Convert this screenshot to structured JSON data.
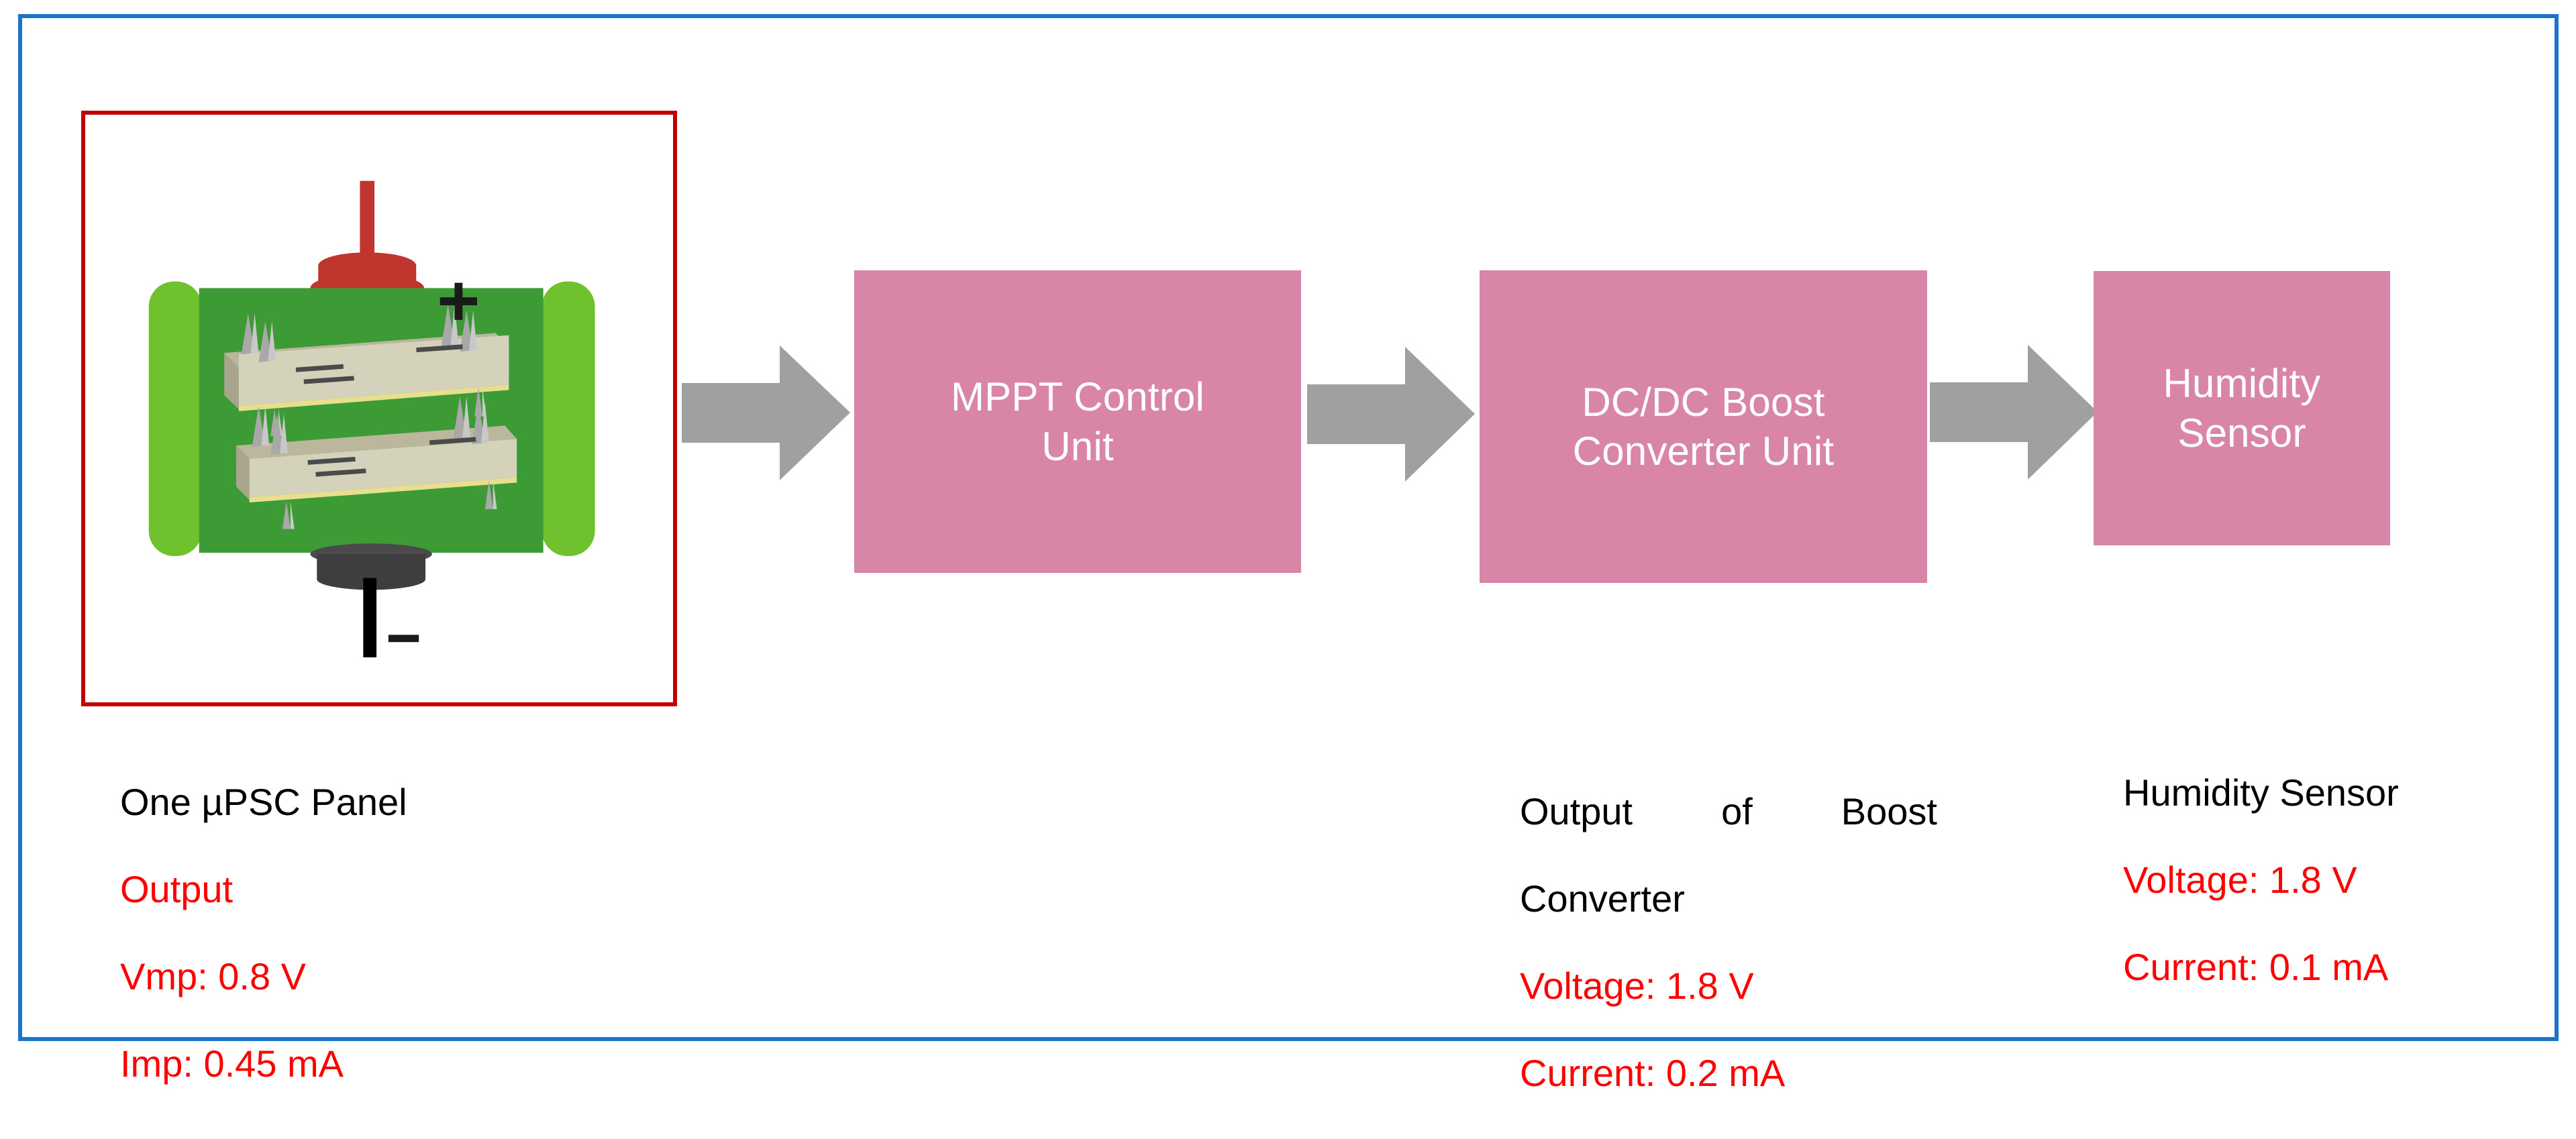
{
  "frame": {
    "border_color": "#1B74CC",
    "background": "#FFFFFF"
  },
  "panel_photo": {
    "border_color": "#C00000",
    "positive_terminal_label": "+",
    "negative_terminal_label": "-",
    "colors": {
      "pcb_green": "#3C9B35",
      "edge_green": "#6FC22E",
      "positive_red": "#C1352F",
      "negative_black": "#000000",
      "cell_beige": "#D5D2BB",
      "pin_silver": "#A8A8A8"
    }
  },
  "flow": {
    "arrow_color": "#A0A0A0",
    "box_color": "#D885A8",
    "box_text_color": "#FFFFFF",
    "blocks": [
      {
        "id": "mppt",
        "lines": [
          "MPPT Control",
          "Unit"
        ]
      },
      {
        "id": "boost",
        "lines": [
          "DC/DC Boost",
          "Converter Unit"
        ]
      },
      {
        "id": "humidity",
        "lines": [
          "Humidity Sensor"
        ]
      }
    ],
    "arrows": [
      {
        "id": "arrow-1",
        "from": "panel",
        "to": "mppt"
      },
      {
        "id": "arrow-2",
        "from": "mppt",
        "to": "boost"
      },
      {
        "id": "arrow-3",
        "from": "boost",
        "to": "humidity"
      }
    ]
  },
  "captions": {
    "panel": {
      "heading": "One µPSC Panel",
      "subheading": "Output",
      "metrics": [
        "Vmp: 0.8 V",
        "Imp: 0.45 mA"
      ],
      "heading_color": "#000000",
      "metric_color": "#FF0000"
    },
    "boost": {
      "heading_line_1": "Output of Boost",
      "heading_line_2": "Converter",
      "metrics": [
        "Voltage: 1.8 V",
        "Current: 0.2 mA"
      ],
      "heading_color": "#000000",
      "metric_color": "#FF0000"
    },
    "humidity": {
      "heading": "Humidity Sensor",
      "metrics": [
        "Voltage: 1.8 V",
        "Current: 0.1 mA"
      ],
      "heading_color": "#000000",
      "metric_color": "#FF0000"
    }
  }
}
